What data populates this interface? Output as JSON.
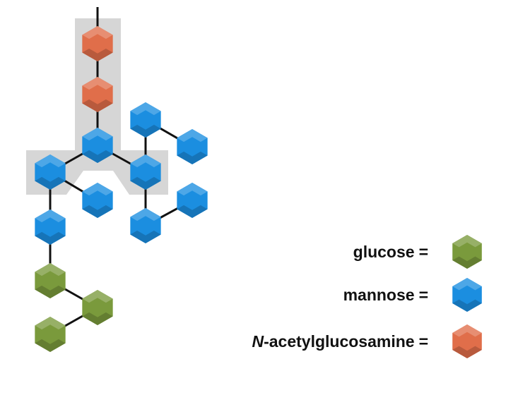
{
  "colors": {
    "glucose": "#7a9a3c",
    "mannose": "#1b8ee0",
    "n_acetylglucosamine": "#e06e4a",
    "highlight": "#d6d6d6",
    "bond": "#111111"
  },
  "legend": [
    {
      "label_italic": "",
      "label": "glucose",
      "equals": "=",
      "monomer": "glucose"
    },
    {
      "label_italic": "",
      "label": "mannose",
      "equals": "=",
      "monomer": "mannose"
    },
    {
      "label_italic": "N",
      "label": "-acetylglucosamine",
      "equals": "=",
      "monomer": "n_acetylglucosamine"
    }
  ]
}
